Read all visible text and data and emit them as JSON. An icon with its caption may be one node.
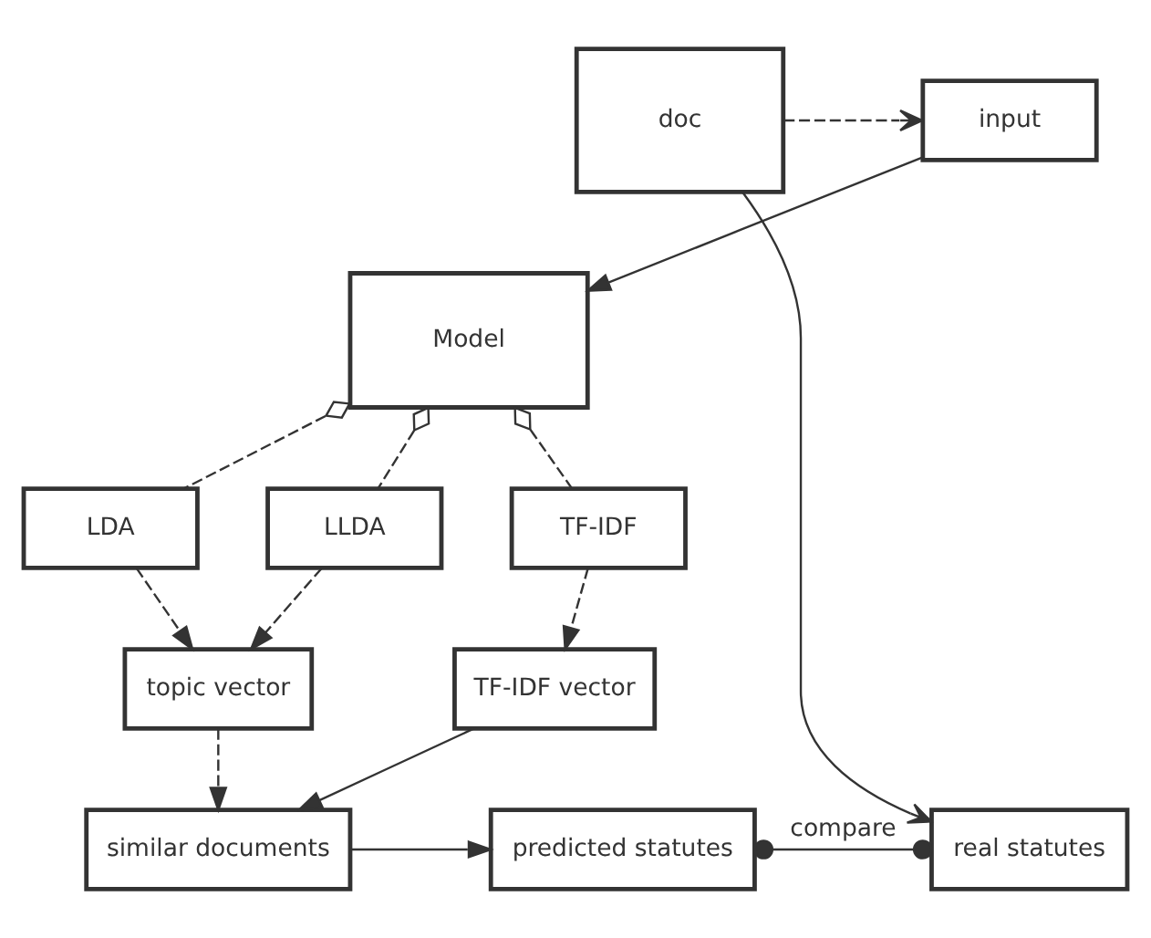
{
  "diagram": {
    "nodes": [
      {
        "text": [
          "input"
        ]
      },
      {
        "text": [
          "doc"
        ]
      },
      {
        "text": [
          "Model"
        ]
      },
      {
        "text": [
          "TF-IDF"
        ]
      },
      {
        "text": [
          "LDA"
        ]
      },
      {
        "text": [
          "LLDA"
        ]
      },
      {
        "text": [
          "TF-IDF vector"
        ]
      },
      {
        "text": [
          "topic vector"
        ]
      },
      {
        "text": [
          "similar documents"
        ]
      },
      {
        "text": [
          "predicted statutes"
        ]
      },
      {
        "text": [
          "real statutes"
        ]
      }
    ],
    "edges": [
      {
        "from": 1,
        "to": 0,
        "arrow": "to",
        "style": "dashed"
      },
      {
        "from": 0,
        "to": 2,
        "arrow": "to"
      },
      {
        "from": 2,
        "to": 3,
        "arrow": "other",
        "style": "dashed"
      },
      {
        "from": 2,
        "to": 4,
        "arrow": "other",
        "style": "dashed"
      },
      {
        "from": 2,
        "to": 5,
        "arrow": "other",
        "style": "dashed"
      },
      {
        "from": 3,
        "to": 6,
        "arrow": "to",
        "style": "dashed"
      },
      {
        "from": 4,
        "to": 7,
        "arrow": "to",
        "style": "dashed"
      },
      {
        "from": 5,
        "to": 7,
        "arrow": "to",
        "style": "dashed"
      },
      {
        "from": 6,
        "to": 8,
        "arrow": "to"
      },
      {
        "from": 7,
        "to": 8,
        "arrow": "to",
        "style": "dashed"
      },
      {
        "from": 8,
        "to": 9,
        "arrow": "to"
      },
      {
        "from": 9,
        "to": 10,
        "label": "compare",
        "arrow": "other"
      },
      {
        "from": 1,
        "to": 10,
        "arrow": "to"
      }
    ]
  }
}
